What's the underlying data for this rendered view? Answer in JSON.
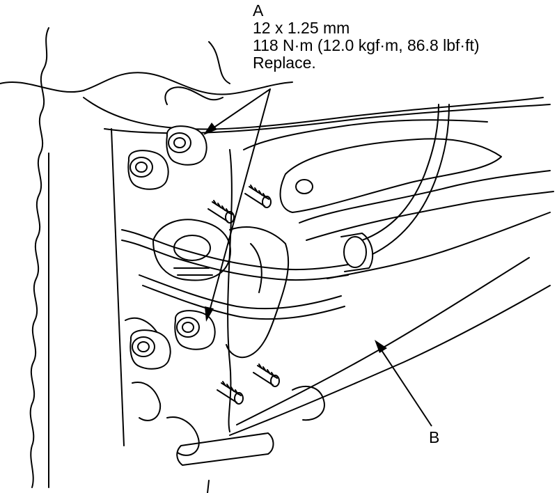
{
  "callout_a": {
    "letter": "A",
    "size": "12 x 1.25 mm",
    "torque": "118 N·m (12.0 kgf·m, 86.8 lbf·ft)",
    "note": "Replace."
  },
  "callout_b": {
    "letter": "B"
  },
  "colors": {
    "line": "#000000",
    "background": "#ffffff"
  }
}
